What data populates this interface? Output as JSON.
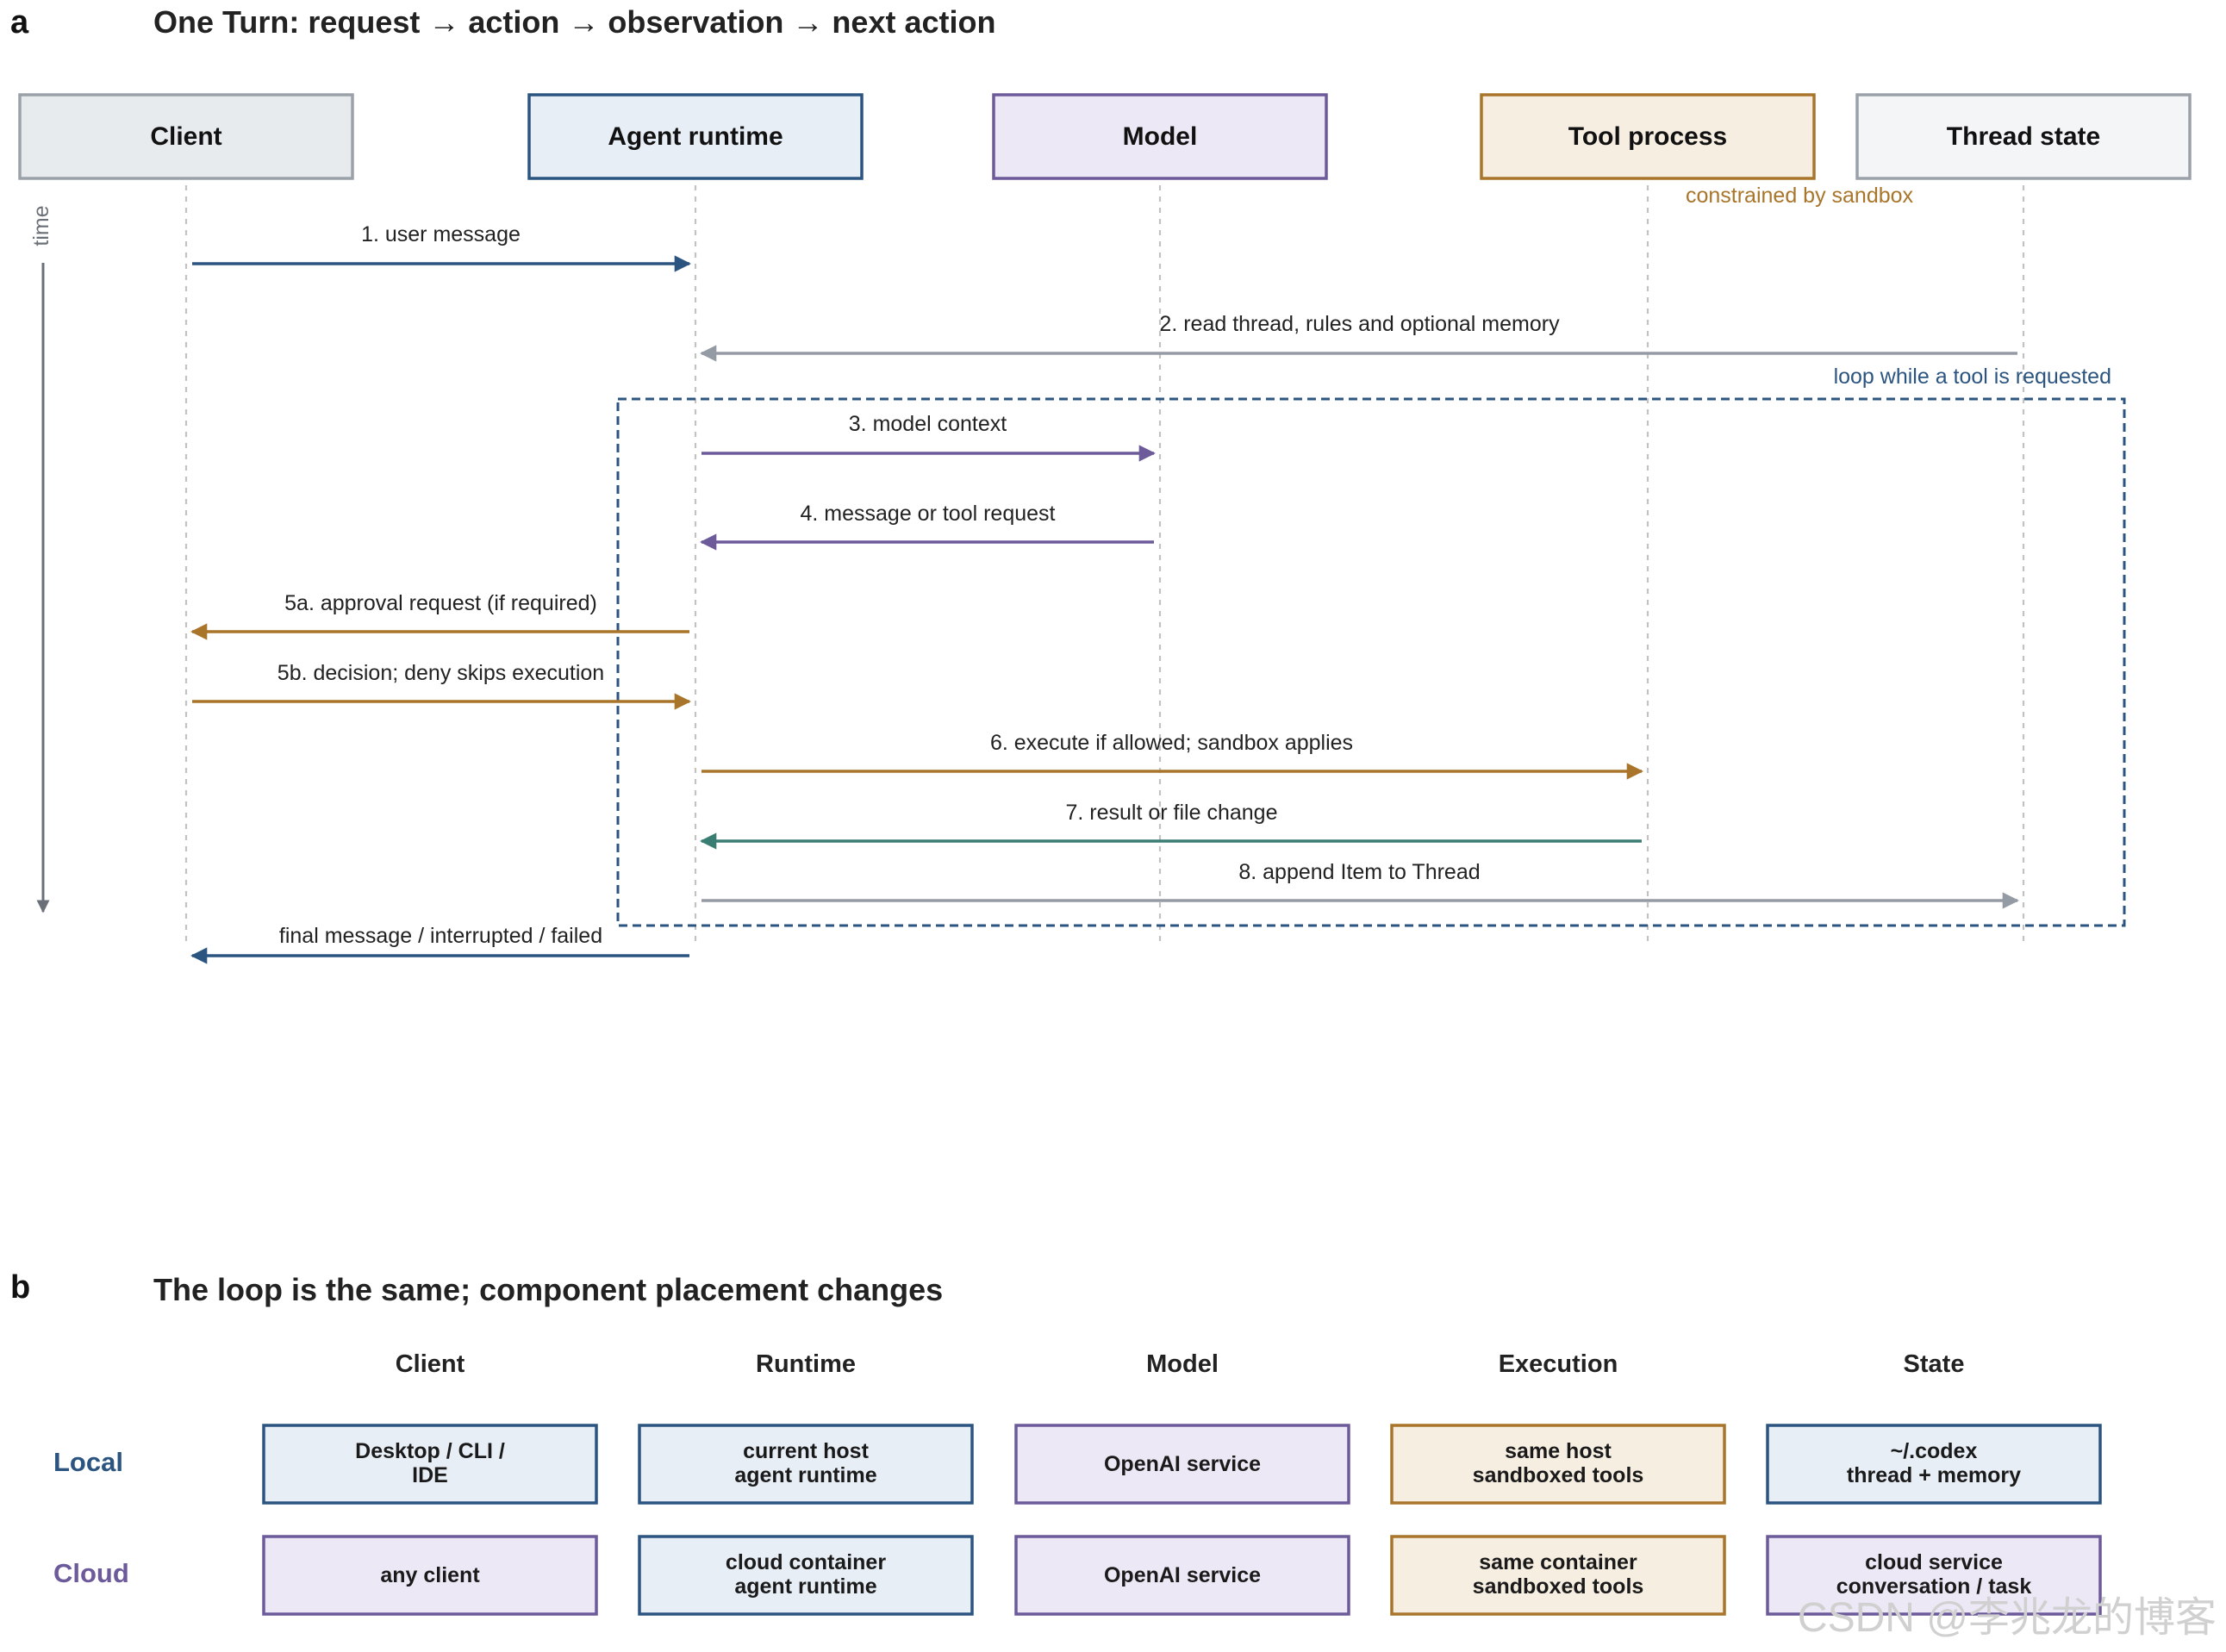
{
  "panel_a": {
    "letter": "a",
    "title": "One Turn: request → action → observation → next action",
    "actors": [
      {
        "id": "client",
        "label": "Client",
        "fill": "#e8ebee",
        "stroke": "#9aa1a9"
      },
      {
        "id": "runtime",
        "label": "Agent runtime",
        "fill": "#e8eef6",
        "stroke": "#2b5580"
      },
      {
        "id": "model",
        "label": "Model",
        "fill": "#ede8f5",
        "stroke": "#6c5a9a"
      },
      {
        "id": "tool",
        "label": "Tool process",
        "fill": "#f7eee2",
        "stroke": "#a8752a"
      },
      {
        "id": "state",
        "label": "Thread state",
        "fill": "#f3f5f7",
        "stroke": "#9aa1a9"
      }
    ],
    "tool_note": "constrained by sandbox",
    "time_label": "time",
    "loop_label": "loop while a tool is requested",
    "messages": [
      {
        "id": "m1",
        "label": "1. user message",
        "from": "client",
        "to": "runtime",
        "color": "#2b5580"
      },
      {
        "id": "m2",
        "label": "2. read thread, rules and optional memory",
        "from": "state",
        "to": "runtime",
        "color": "#959ba4"
      },
      {
        "id": "m3",
        "label": "3. model context",
        "from": "runtime",
        "to": "model",
        "color": "#6c5a9a"
      },
      {
        "id": "m4",
        "label": "4. message or tool request",
        "from": "model",
        "to": "runtime",
        "color": "#6c5a9a"
      },
      {
        "id": "m5a",
        "label": "5a. approval request (if required)",
        "from": "runtime",
        "to": "client",
        "color": "#a8752a"
      },
      {
        "id": "m5b",
        "label": "5b. decision; deny skips execution",
        "from": "client",
        "to": "runtime",
        "color": "#a8752a"
      },
      {
        "id": "m6",
        "label": "6. execute if allowed; sandbox applies",
        "from": "runtime",
        "to": "tool",
        "color": "#a8752a"
      },
      {
        "id": "m7",
        "label": "7. result or file change",
        "from": "tool",
        "to": "runtime",
        "color": "#3a7d73"
      },
      {
        "id": "m8",
        "label": "8. append Item to Thread",
        "from": "runtime",
        "to": "state",
        "color": "#959ba4"
      },
      {
        "id": "m9",
        "label": "final message / interrupted / failed",
        "from": "runtime",
        "to": "client",
        "color": "#2b5580"
      }
    ],
    "colors": {
      "loop": "#2b5580",
      "tool_note": "#a8752a",
      "lifeline": "#c2c2c2",
      "time_axis": "#6b7078"
    }
  },
  "panel_b": {
    "letter": "b",
    "title": "The loop is the same; component placement changes",
    "columns": [
      "Client",
      "Runtime",
      "Model",
      "Execution",
      "State"
    ],
    "rows": [
      {
        "label": "Local",
        "color": "#2b5580",
        "cells": [
          {
            "lines": [
              "Desktop / CLI /",
              "IDE"
            ],
            "fill": "#e8eef6",
            "stroke": "#2b5580"
          },
          {
            "lines": [
              "current host",
              "agent runtime"
            ],
            "fill": "#e8eef6",
            "stroke": "#2b5580"
          },
          {
            "lines": [
              "OpenAI service"
            ],
            "fill": "#ede8f5",
            "stroke": "#6c5a9a"
          },
          {
            "lines": [
              "same host",
              "sandboxed tools"
            ],
            "fill": "#f7eee2",
            "stroke": "#a8752a"
          },
          {
            "lines": [
              "~/.codex",
              "thread + memory"
            ],
            "fill": "#e8eef6",
            "stroke": "#2b5580"
          }
        ]
      },
      {
        "label": "Cloud",
        "color": "#6c5a9a",
        "cells": [
          {
            "lines": [
              "any client"
            ],
            "fill": "#ede8f5",
            "stroke": "#6c5a9a"
          },
          {
            "lines": [
              "cloud container",
              "agent runtime"
            ],
            "fill": "#e8eef6",
            "stroke": "#2b5580"
          },
          {
            "lines": [
              "OpenAI service"
            ],
            "fill": "#ede8f5",
            "stroke": "#6c5a9a"
          },
          {
            "lines": [
              "same container",
              "sandboxed tools"
            ],
            "fill": "#f7eee2",
            "stroke": "#a8752a"
          },
          {
            "lines": [
              "cloud service",
              "conversation / task"
            ],
            "fill": "#ede8f5",
            "stroke": "#6c5a9a"
          }
        ]
      }
    ]
  },
  "watermark": "CSDN @李兆龙的博客"
}
